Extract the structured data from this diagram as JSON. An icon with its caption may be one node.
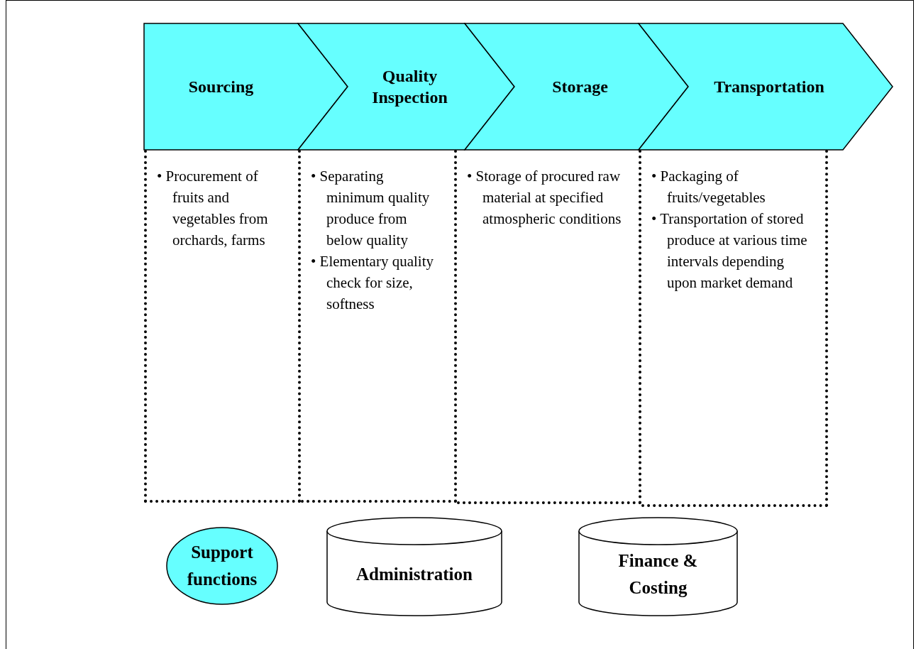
{
  "diagram": {
    "nodes": [
      {
        "text": [
          "Sourcing"
        ]
      },
      {
        "text": [
          "Quality Inspection"
        ]
      },
      {
        "text": [
          "Storage"
        ]
      },
      {
        "text": [
          "Transportation"
        ]
      },
      {
        "text": [
          "• Procurement of fruits and vegetables from orchards, farms"
        ]
      },
      {
        "text": [
          "• Separating minimum quality produce from below quality",
          "• Elementary quality check for size, softness"
        ]
      },
      {
        "text": [
          "• Storage of procured raw material at specified atmospheric conditions"
        ]
      },
      {
        "text": [
          "• Packaging of fruits/vegetables",
          "• Transportation of stored produce at various time intervals depending upon market demand"
        ]
      },
      {
        "text": [
          "Support functions"
        ]
      },
      {
        "text": [
          "Administration"
        ]
      },
      {
        "text": [
          "Finance & Costing"
        ]
      }
    ]
  }
}
